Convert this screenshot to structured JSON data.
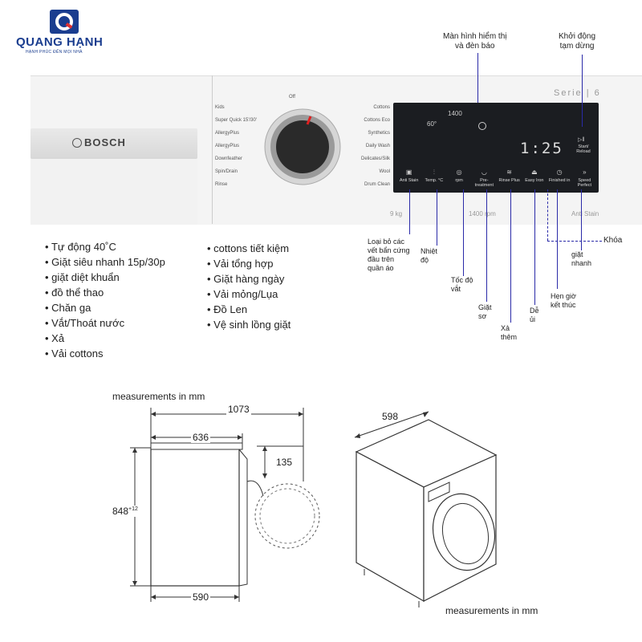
{
  "brand": {
    "name": "QUANG HẠNH",
    "tagline": "HẠNH PHÚC ĐẾN MỌI NHÀ"
  },
  "machine": {
    "maker": "BOSCH",
    "series": "Serie | 6",
    "dial_off": "Off",
    "capacity": "9 kg",
    "rpm": "1400 rpm",
    "antistain": "Anti Stain",
    "programs_left": [
      "Kids",
      "Super Quick 15'/30'",
      "AllergyPlus",
      "AllergyPlus",
      "Downfeather",
      "Spin/Drain",
      "Rinse"
    ],
    "programs_right": [
      "Cottons",
      "Cottons Eco",
      "Synthetics",
      "Daily Wash",
      "Delicates/Silk",
      "Wool",
      "Drum Clean"
    ],
    "display": {
      "spin": "1400",
      "temp": "60°",
      "time": "1:25",
      "start": "Start/ Reload"
    },
    "buttons": [
      "Anti Stain",
      "Temp. °C",
      "rpm",
      "Pre-treatment",
      "Rinse Plus",
      "Easy Iron",
      "Finished in",
      "Speed Perfect"
    ]
  },
  "features": {
    "left": [
      "Tự động 40˚C",
      "Giặt siêu nhanh 15p/30p",
      "giặt diệt khuẩn",
      "đồ thể thao",
      "Chăn ga",
      "Vắt/Thoát nước",
      "Xả",
      "Vải cottons"
    ],
    "right": [
      "cottons tiết kiệm",
      "Vải tổng hợp",
      "Giặt hàng ngày",
      "Vải mỏng/Lụa",
      "Đồ Len",
      "Vệ sinh lồng giặt"
    ]
  },
  "callouts": {
    "display": "Màn hình hiểm thị\nvà đèn báo",
    "start": "Khởi động\ntạm dừng",
    "lock": "Khóa",
    "stain": "Loại bỏ các\nvết bẩn cứng\nđầu trên\nquần áo",
    "temp": "Nhiệt\nđộ",
    "spin": "Tốc độ\nvắt",
    "dry": "Giặt\nsơ",
    "rinse": "Xả\nthêm",
    "iron": "Dễ\nủi",
    "timer": "Hẹn giờ\nkết thúc",
    "speed": "giặt\nnhanh"
  },
  "dimensions": {
    "unit_label": "measurements in mm",
    "depth_total": "1073",
    "depth_body": "636",
    "top_offset": "135",
    "height": "848",
    "height_sup": "+12",
    "base": "590",
    "width": "598"
  }
}
